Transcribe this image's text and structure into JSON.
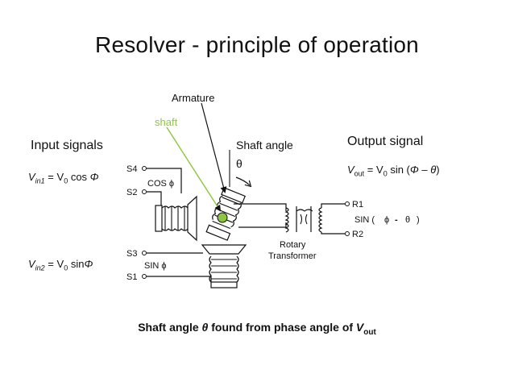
{
  "title": "Resolver - principle of operation",
  "labels": {
    "armature": "Armature",
    "shaft": "shaft",
    "shaft_angle": "Shaft angle",
    "input_signals": "Input signals",
    "output_signal": "Output signal",
    "theta_symbol": "θ",
    "rotary": "Rotary",
    "transformer": "Transformer"
  },
  "terminals": {
    "s4": "S4",
    "s2": "S2",
    "s3": "S3",
    "s1": "S1",
    "r1": "R1",
    "r2": "R2",
    "cos_phi": "COS ϕ",
    "sin_phi": "SIN ϕ",
    "sin_out_prefix": "SIN (",
    "sin_out_phi": "ϕ",
    "sin_out_minus": "-",
    "sin_out_theta": "θ",
    "sin_out_suffix": ")"
  },
  "equations": {
    "vin1": {
      "v": "V",
      "sub": "in1",
      "eq": " = V",
      "sub0": "0",
      "rest": " cos ",
      "phi": "Φ"
    },
    "vin2": {
      "v": "V",
      "sub": "in2",
      "eq": " = V",
      "sub0": "0",
      "rest": " sin",
      "phi": "Φ"
    },
    "vout": {
      "v": "V",
      "sub": "out",
      "eq": " = V",
      "sub0": "0",
      "rest": " sin (",
      "phi": "Φ",
      "minus": " – ",
      "theta": "θ",
      "close": ")"
    }
  },
  "footer": {
    "text": "Shaft angle ",
    "theta": "θ",
    "text2": " found from phase angle of ",
    "v": "V",
    "sub": "out"
  },
  "colors": {
    "accent_green": "#8cc63f",
    "ink": "#111111"
  }
}
